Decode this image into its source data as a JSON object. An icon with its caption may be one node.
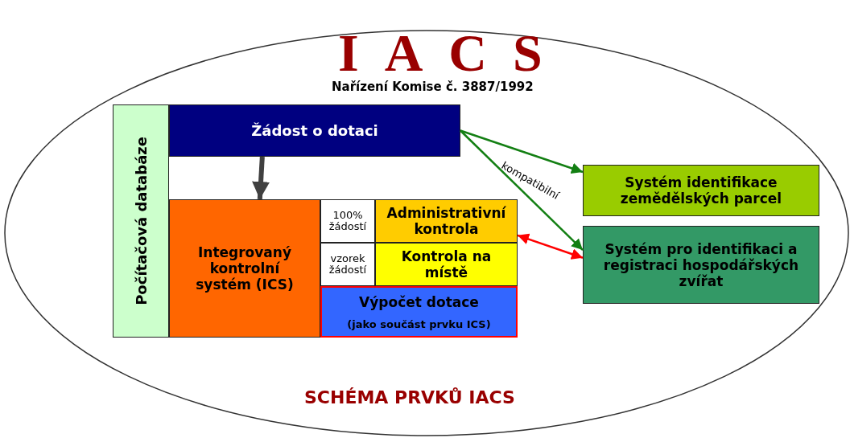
{
  "diagram": {
    "title": "IACS",
    "caption": "SCHÉMA PRVKŮ IACS",
    "nodes": [
      {
        "text": [
          "Počítačová databáze"
        ]
      },
      {
        "text": [
          "Žádost o dotaci"
        ]
      },
      {
        "text": [
          "Integrovaný kontrolní systém (ICS)"
        ]
      },
      {
        "text": [
          "100% žádostí"
        ]
      },
      {
        "text": [
          "Administrativní kontrola"
        ]
      },
      {
        "text": [
          "vzorek žádostí"
        ]
      },
      {
        "text": [
          "Kontrola na místě"
        ]
      },
      {
        "text": [
          "Výpočet dotace",
          "(jako součást prvku ICS)"
        ]
      },
      {
        "text": [
          "Systém identifikace zemědělských parcel"
        ]
      },
      {
        "text": [
          "Systém pro identifikaci a registraci hospodářských zvířat"
        ]
      }
    ],
    "edges": [
      {
        "from": 1,
        "to": 2,
        "arrow": "to",
        "style": "thick",
        "color": "#404040"
      },
      {
        "from": 1,
        "to": 8,
        "arrow": "to"
      },
      {
        "from": 1,
        "to": 9,
        "arrow": "to",
        "label": "kompatibilní"
      },
      {
        "from": 4,
        "to": 9,
        "arrow": "both",
        "color": "#ff0000"
      }
    ],
    "labels": [
      "Nařízení Komise č. 3887/1992"
    ]
  }
}
